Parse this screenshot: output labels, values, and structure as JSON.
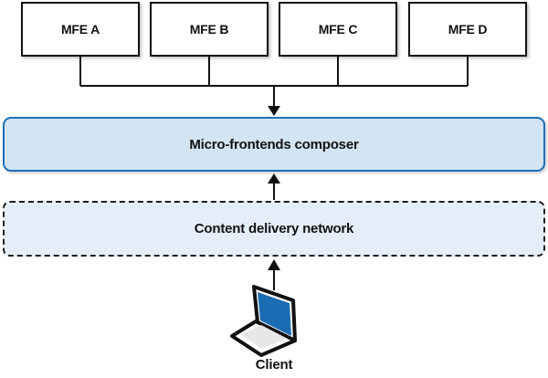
{
  "diagram": {
    "mfe_boxes": [
      {
        "label": "MFE A"
      },
      {
        "label": "MFE B"
      },
      {
        "label": "MFE C"
      },
      {
        "label": "MFE D"
      }
    ],
    "composer_label": "Micro-frontends composer",
    "cdn_label": "Content delivery network",
    "client_label": "Client"
  },
  "icons": {
    "laptop": "laptop-icon",
    "arrows": [
      "down-arrow-bus-to-composer",
      "up-arrow-cdn-to-composer",
      "up-arrow-client-to-cdn"
    ]
  },
  "colors": {
    "composer_fill": "#d3e4f3",
    "composer_border": "#1f70b6",
    "cdn_fill": "#e4eef8",
    "line_color": "#111111",
    "laptop_screen_blue": "#1c6cb3",
    "laptop_base_gray": "#e7e7e7"
  }
}
